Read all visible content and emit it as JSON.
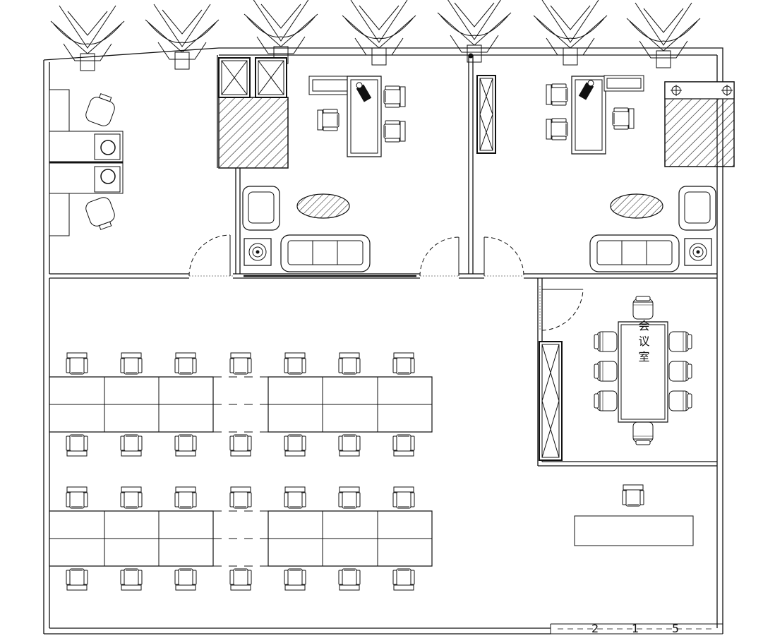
{
  "plan": {
    "meeting_room_label": "会议室",
    "scale_marks": [
      "2",
      "1",
      "5"
    ],
    "colors": {
      "line": "#111111",
      "background": "#ffffff",
      "hatch": "#111111"
    }
  }
}
